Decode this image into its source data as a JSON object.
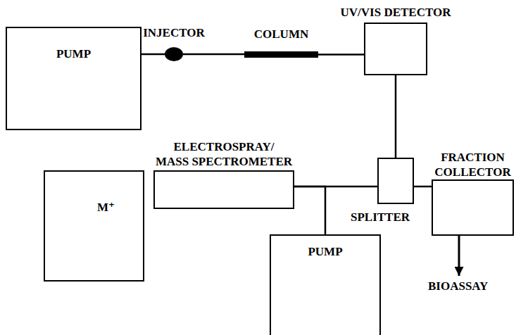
{
  "diagram": {
    "nodes": [
      {
        "text": [
          "PUMP"
        ]
      },
      {
        "text": [
          "INJECTOR"
        ]
      },
      {
        "text": [
          "COLUMN"
        ]
      },
      {
        "text": [
          "UV/VIS DETECTOR"
        ]
      },
      {
        "text": [
          "ELECTROSPRAY/ MASS SPECTROMETER"
        ]
      },
      {
        "text": [
          "FRACTION COLLECTOR"
        ]
      },
      {
        "text": [
          "M⁺"
        ]
      },
      {
        "text": [
          "SPLITTER"
        ]
      },
      {
        "text": [
          "PUMP"
        ]
      },
      {
        "text": [
          "BIOASSAY"
        ]
      }
    ],
    "edges": [
      {
        "from": 0,
        "to": 1,
        "arrow": "none"
      },
      {
        "from": 1,
        "to": 2,
        "arrow": "none"
      },
      {
        "from": 2,
        "to": 3,
        "arrow": "none"
      },
      {
        "from": 3,
        "to": 7,
        "arrow": "none"
      },
      {
        "from": 7,
        "to": 4,
        "arrow": "none"
      },
      {
        "from": 7,
        "to": 5,
        "arrow": "none"
      },
      {
        "from": 8,
        "to": 4,
        "arrow": "none"
      },
      {
        "from": 5,
        "to": 9,
        "arrow": "to"
      }
    ]
  }
}
